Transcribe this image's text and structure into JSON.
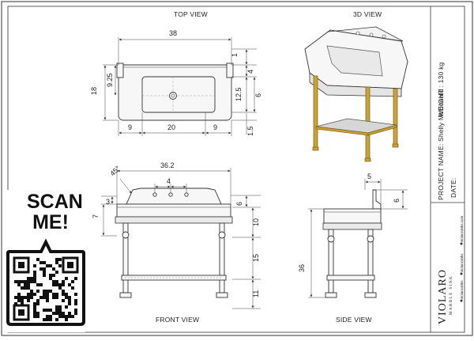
{
  "views": {
    "top": "TOP VIEW",
    "iso": "3D VIEW",
    "front": "FRONT VIEW",
    "side": "SIDE VIEW"
  },
  "dimensions": {
    "top_width": "38",
    "top_depth": "18",
    "top_inner": "9.25",
    "top_left": "9",
    "top_center": "20",
    "top_right": "9",
    "top_r1": "1",
    "top_r4": "4",
    "top_r125": "12.5",
    "top_r6": "6",
    "top_r15": "1.5",
    "front_width": "36.2",
    "front_angle": "45°",
    "front_hole": "4",
    "front_left_3": "3",
    "front_left_7": "7",
    "front_right_6": "6",
    "front_right_10": "10",
    "front_right_15": "15",
    "front_right_11": "11",
    "side_top_5": "5",
    "side_right_6": "6",
    "side_height_36": "36"
  },
  "title_block": {
    "weight": "WEIGHT : 130 kg",
    "project": "PROJECT NAME: Shelly McDonald",
    "date": "DATE:",
    "brand": "VIOLARO",
    "brand_sub": "MARBLE SINK",
    "socials": [
      "violarosinks.com",
      "violarosinks",
      "violarosinks"
    ]
  },
  "qr": {
    "label_line1": "SCAN",
    "label_line2": "ME!"
  }
}
